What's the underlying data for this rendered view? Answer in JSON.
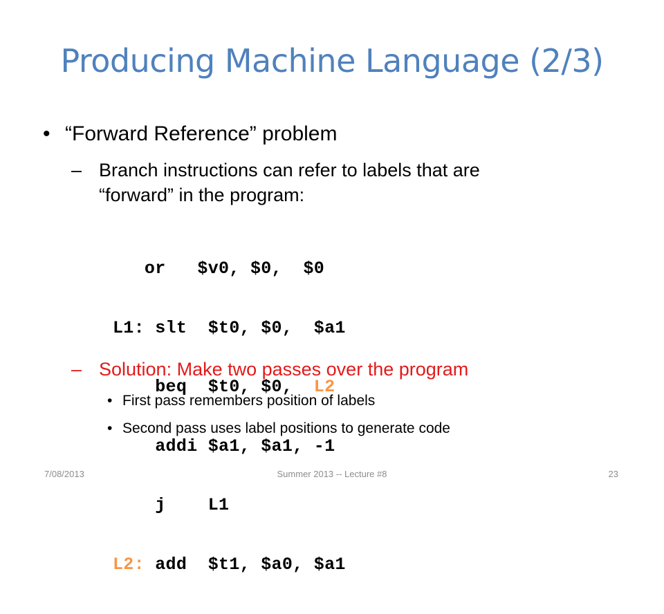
{
  "slide": {
    "title": "Producing Machine Language (2/3)",
    "colors": {
      "title": "#4f81bd",
      "text": "#000000",
      "solution": "#e31a1a",
      "label": "#f79646",
      "footer": "#8c8c8c"
    },
    "bullet1": {
      "marker": "•",
      "text": "“Forward Reference” problem"
    },
    "sub1": {
      "marker": "–",
      "line1": "Branch instructions can refer to labels that are",
      "line2": "“forward” in the program:"
    },
    "code": {
      "lines": [
        {
          "label": "   ",
          "instr": "or   $v0, $0,  ",
          "tail": "$0",
          "tail_highlight": false
        },
        {
          "label": "L1:",
          "instr": " slt  $t0, $0,  ",
          "tail": "$a1",
          "tail_highlight": false
        },
        {
          "label": "   ",
          "instr": " beq  $t0, $0,  ",
          "tail": "L2",
          "tail_highlight": true
        },
        {
          "label": "   ",
          "instr": " addi $a1, $a1, ",
          "tail": "-1",
          "tail_highlight": false
        },
        {
          "label": "   ",
          "instr": " j    ",
          "tail": "L1",
          "tail_highlight": false
        },
        {
          "label": "L2:",
          "instr": " add  $t1, $a0, ",
          "tail": "$a1",
          "tail_highlight": false
        }
      ]
    },
    "sub2": {
      "marker": "–",
      "text": "Solution:  Make two passes over the program"
    },
    "sub2_items": [
      {
        "marker": "•",
        "text": "First pass remembers position of labels"
      },
      {
        "marker": "•",
        "text": "Second pass uses label positions to generate code"
      }
    ],
    "footer": {
      "date": "7/08/2013",
      "center": "Summer 2013 -- Lecture #8",
      "page": "23"
    }
  }
}
